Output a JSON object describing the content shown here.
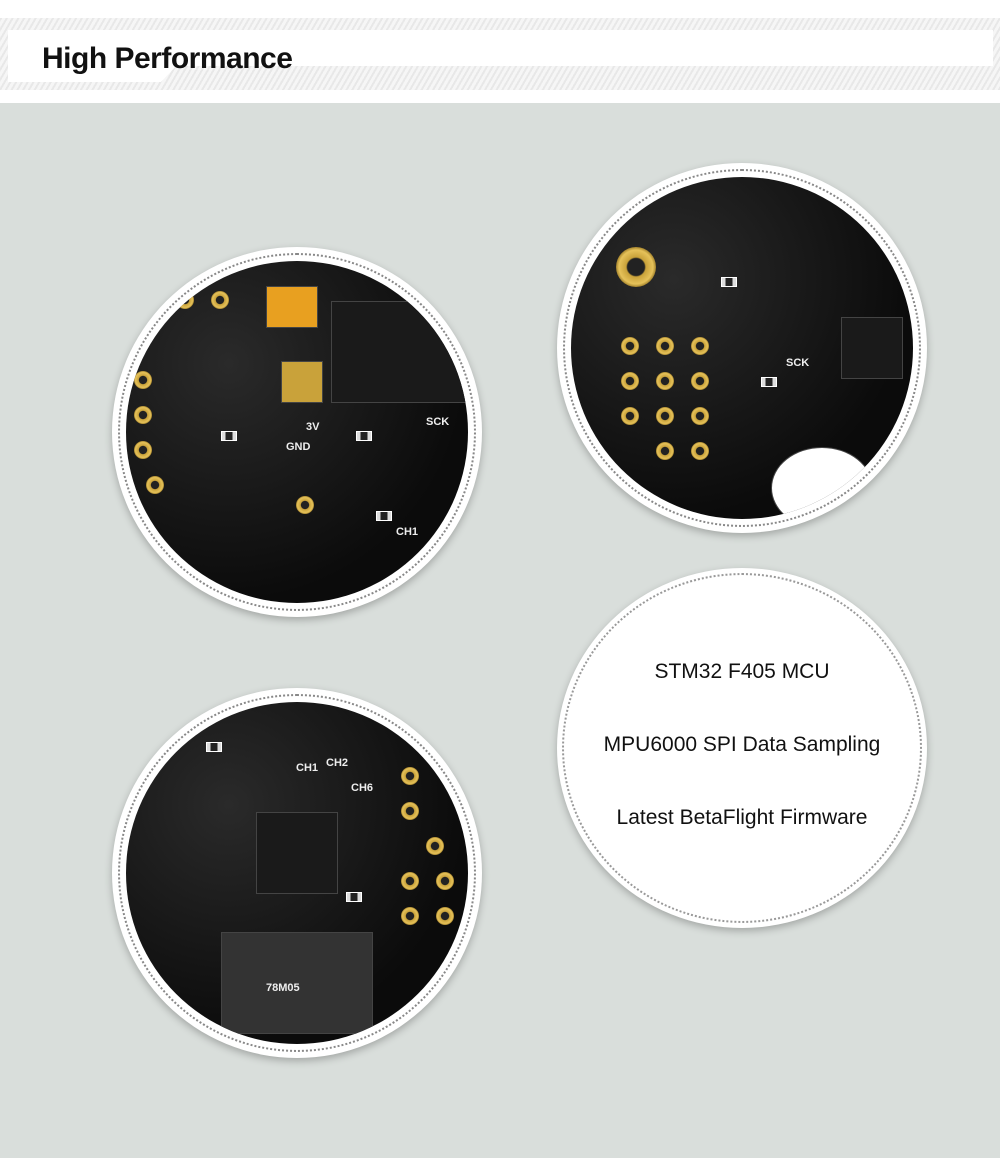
{
  "header": {
    "title": "High Performance"
  },
  "features": [
    "STM32 F405 MCU",
    "MPU6000 SPI Data Sampling",
    "Latest BetaFlight Firmware"
  ],
  "photo_labels": {
    "tl": [
      "3V",
      "GND",
      "SCK",
      "CH1"
    ],
    "tr": [
      "SCK"
    ],
    "bl": [
      "CH1",
      "CH2",
      "CH6",
      "78M05"
    ]
  },
  "colors": {
    "background": "#d9dedb",
    "pcb": "#111111",
    "gold": "#e6c25a"
  }
}
